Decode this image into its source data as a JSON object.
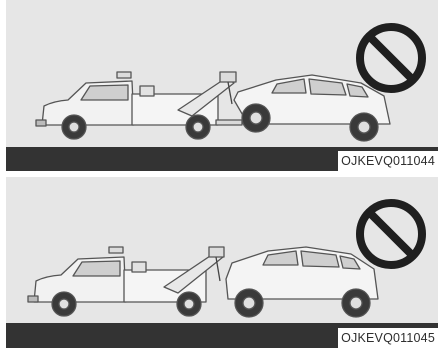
{
  "figures": [
    {
      "code": "OJKEVQ011044",
      "scene": "wheel-lift towing with front wheels on the ground - prohibited"
    },
    {
      "code": "OJKEVQ011045",
      "scene": "towing with all four wheels on the ground - prohibited"
    }
  ],
  "colors": {
    "background": "#e6e6e6",
    "ground": "#333333",
    "symbol": "#1f1f1f",
    "vehicle_body": "#f2f2f2",
    "outline": "#555555"
  },
  "icons": [
    "prohibition-icon",
    "tow-truck",
    "suv"
  ]
}
